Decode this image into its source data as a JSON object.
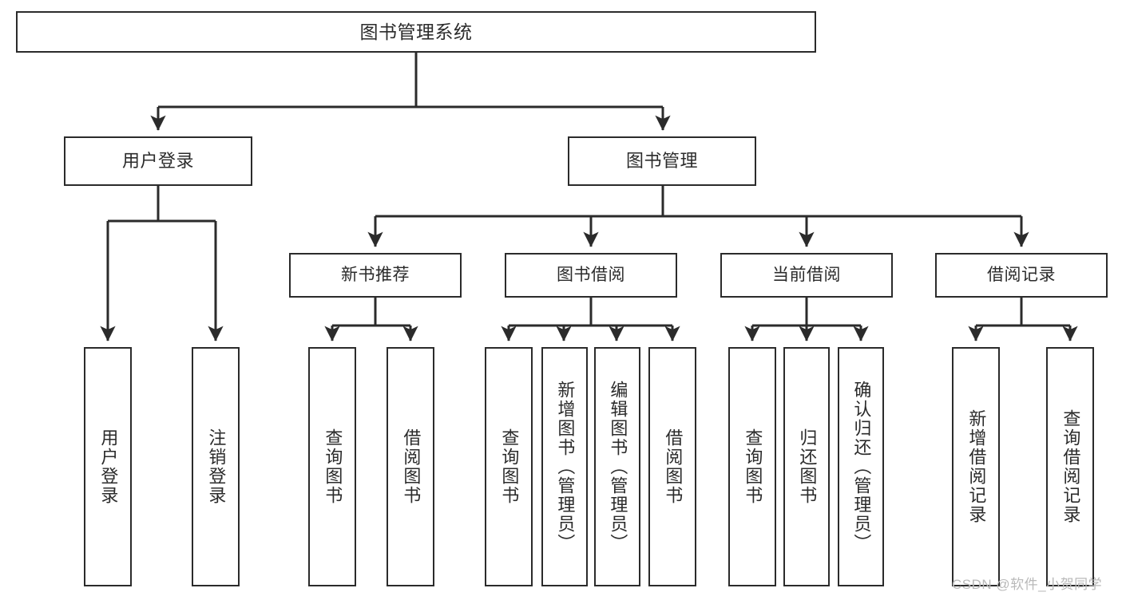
{
  "diagram": {
    "title": "图书管理系统",
    "type": "tree-hierarchy",
    "watermark": "CSDN @软件_小贺同学",
    "colors": {
      "box_border": "#2b2b2b",
      "box_fill": "#ffffff",
      "connector": "#2b2b2b",
      "text": "#2b2b2b",
      "watermark": "#b9b9b9",
      "background": "#ffffff"
    }
  },
  "nodes": {
    "root": {
      "label": "图书管理系统"
    },
    "level2": [
      {
        "id": "user-login",
        "label": "用户登录"
      },
      {
        "id": "book-management",
        "label": "图书管理"
      }
    ],
    "level3": [
      {
        "id": "new-book-recommend",
        "label": "新书推荐"
      },
      {
        "id": "book-borrow",
        "label": "图书借阅"
      },
      {
        "id": "current-borrow",
        "label": "当前借阅"
      },
      {
        "id": "borrow-record",
        "label": "借阅记录"
      }
    ],
    "leaves": [
      {
        "id": "leaf-user-login",
        "label": "用户登录",
        "parent": "user-login"
      },
      {
        "id": "leaf-logout",
        "label": "注销登录",
        "parent": "user-login"
      },
      {
        "id": "leaf-query-book-1",
        "label": "查询图书",
        "parent": "new-book-recommend"
      },
      {
        "id": "leaf-borrow-book-1",
        "label": "借阅图书",
        "parent": "new-book-recommend"
      },
      {
        "id": "leaf-query-book-2",
        "label": "查询图书",
        "parent": "book-borrow"
      },
      {
        "id": "leaf-add-book",
        "label": "新增图书（管理员）",
        "parent": "book-borrow"
      },
      {
        "id": "leaf-edit-book",
        "label": "编辑图书（管理员）",
        "parent": "book-borrow"
      },
      {
        "id": "leaf-borrow-book-2",
        "label": "借阅图书",
        "parent": "book-borrow"
      },
      {
        "id": "leaf-query-book-3",
        "label": "查询图书",
        "parent": "current-borrow"
      },
      {
        "id": "leaf-return-book",
        "label": "归还图书",
        "parent": "current-borrow"
      },
      {
        "id": "leaf-confirm-return",
        "label": "确认归还（管理员）",
        "parent": "current-borrow"
      },
      {
        "id": "leaf-add-record",
        "label": "新增借阅记录",
        "parent": "borrow-record"
      },
      {
        "id": "leaf-query-record",
        "label": "查询借阅记录",
        "parent": "borrow-record"
      }
    ]
  }
}
